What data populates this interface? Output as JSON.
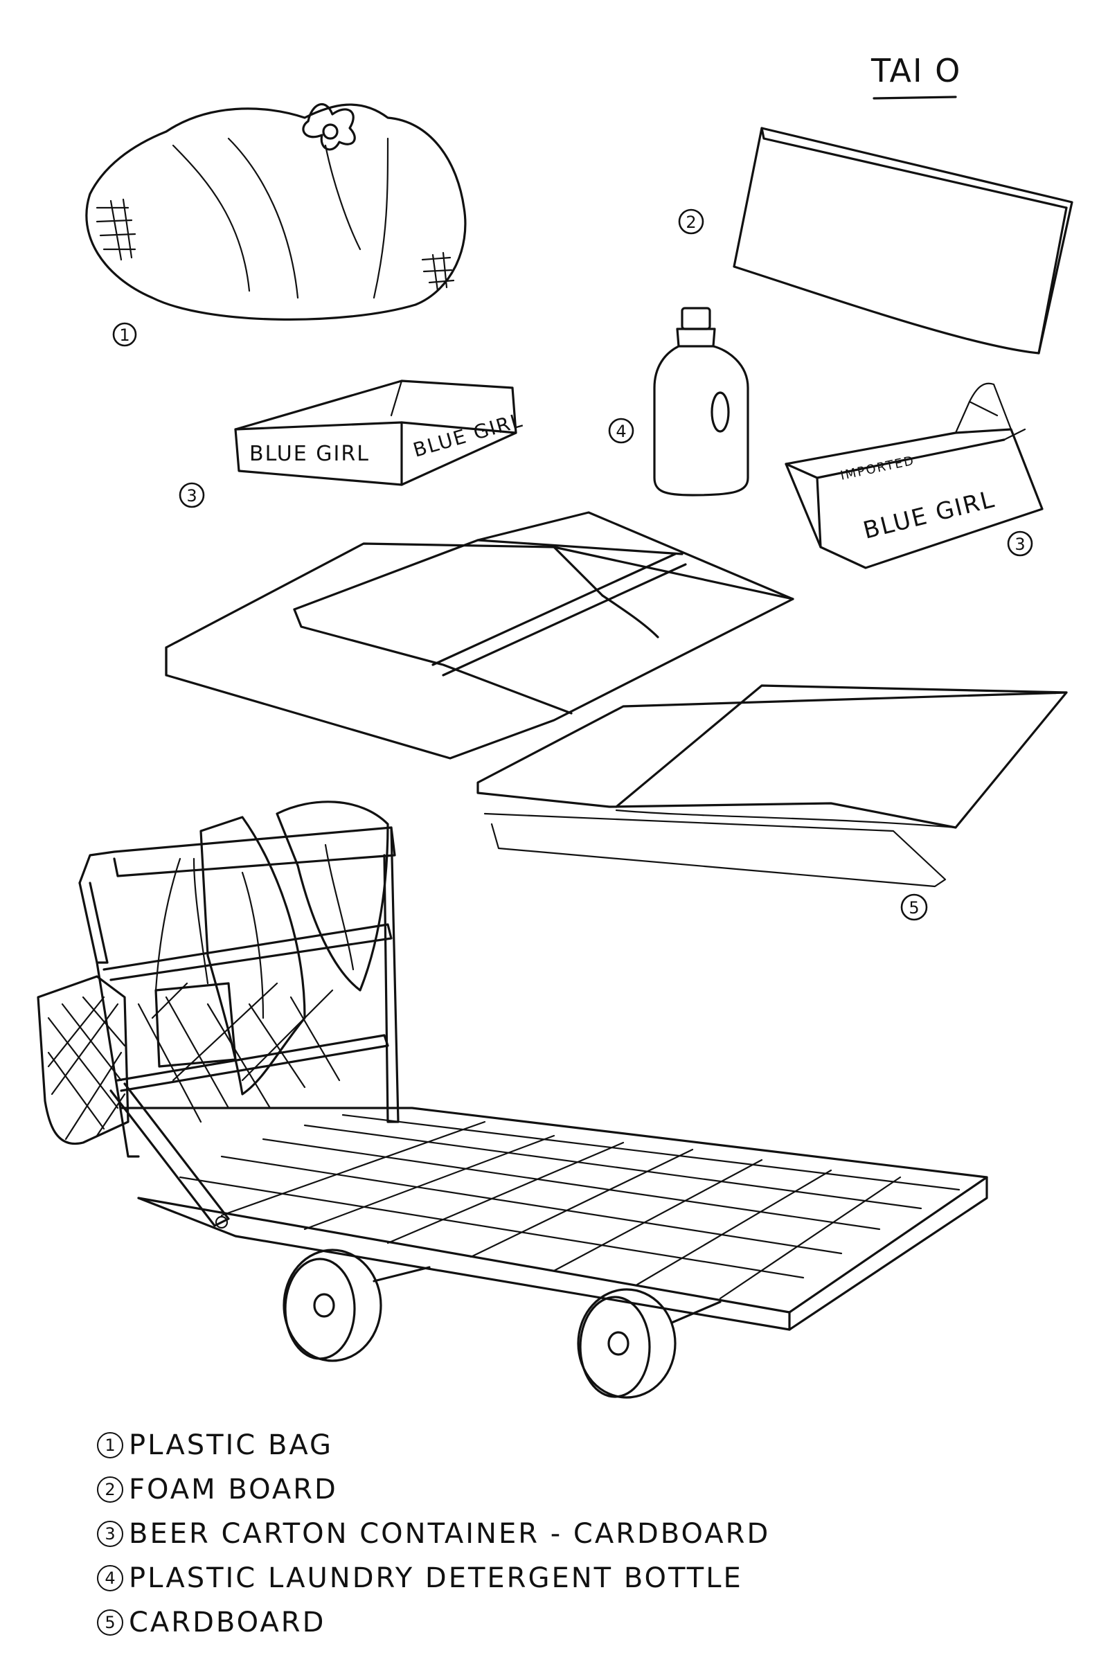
{
  "title": "TAI O",
  "labels": {
    "bag": "1",
    "foam": "2",
    "carton_small": "3",
    "bottle": "4",
    "carton_large": "3",
    "cardboard": "5"
  },
  "carton_text": {
    "front": "BLUE GIRL",
    "side": "BLUE GIRL",
    "box_imported": "IMPORTED",
    "box_brand": "BLUE GIRL"
  },
  "legend": [
    {
      "num": "1",
      "text": "PLASTIC BAG"
    },
    {
      "num": "2",
      "text": "FOAM BOARD"
    },
    {
      "num": "3",
      "text": "BEER CARTON CONTAINER - CARDBOARD"
    },
    {
      "num": "4",
      "text": "PLASTIC LAUNDRY DETERGENT BOTTLE"
    },
    {
      "num": "5",
      "text": "CARDBOARD"
    }
  ]
}
